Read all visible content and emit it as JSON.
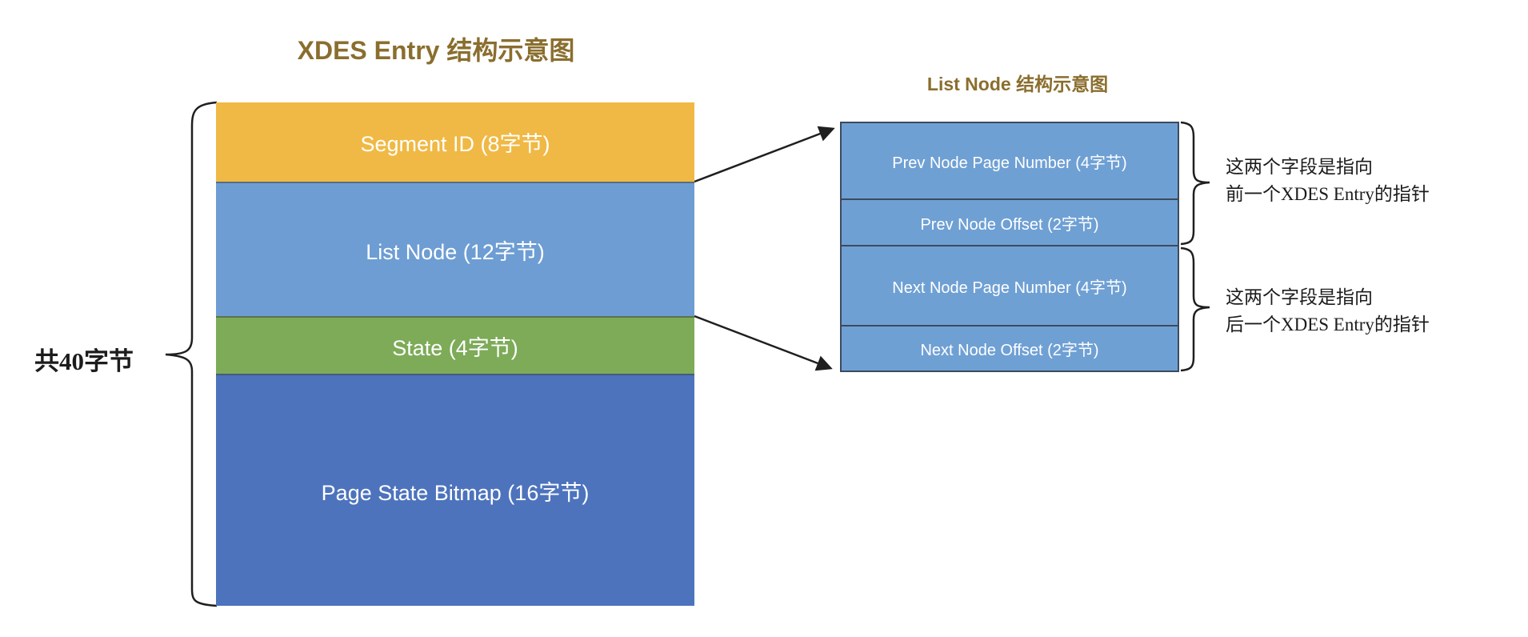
{
  "left_diagram": {
    "title": "XDES Entry 结构示意图",
    "total_label": "共40字节",
    "segments": [
      {
        "label": "Segment ID (8字节)",
        "color": "#f0b945"
      },
      {
        "label": "List Node (12字节)",
        "color": "#6d9dd3"
      },
      {
        "label": "State (4字节)",
        "color": "#7dab58"
      },
      {
        "label": "Page State Bitmap (16字节)",
        "color": "#4d73bd"
      }
    ]
  },
  "right_diagram": {
    "title": "List Node 结构示意图",
    "row_color": "#6fa0d4",
    "rows": [
      {
        "label": "Prev Node Page Number (4字节)"
      },
      {
        "label": "Prev Node Offset (2字节)"
      },
      {
        "label": "Next Node Page Number (4字节)"
      },
      {
        "label": "Next Node Offset (2字节)"
      }
    ]
  },
  "annotations": {
    "prev": {
      "line1": "这两个字段是指向",
      "line2": "前一个XDES Entry的指针"
    },
    "next": {
      "line1": "这两个字段是指向",
      "line2": "后一个XDES Entry的指针"
    }
  },
  "colors": {
    "title_gold": "#8a6e2e",
    "line_black": "#1f1f1f",
    "background": "#ffffff"
  }
}
